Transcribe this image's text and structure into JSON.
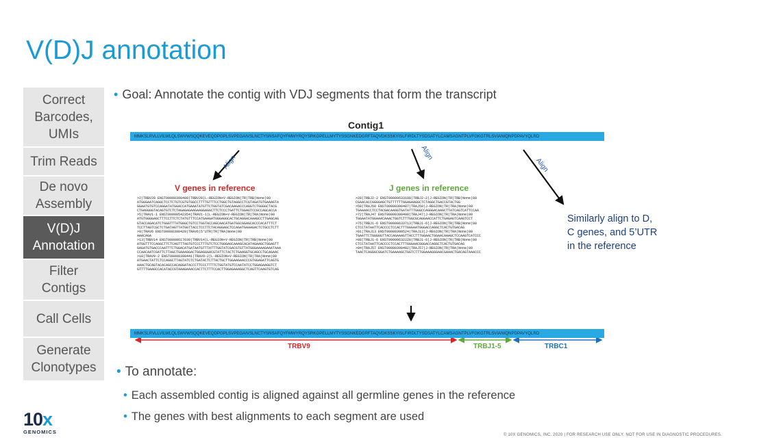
{
  "title": "V(D)J annotation",
  "sidebar": {
    "items": [
      {
        "lines": [
          "Correct",
          "Barcodes,",
          "UMIs"
        ],
        "active": false
      },
      {
        "lines": [
          "Trim Reads"
        ],
        "active": false
      },
      {
        "lines": [
          "De novo",
          "Assembly"
        ],
        "active": false
      },
      {
        "lines": [
          "V(D)J",
          "Annotation"
        ],
        "active": true
      },
      {
        "lines": [
          "Filter",
          "Contigs"
        ],
        "active": false
      },
      {
        "lines": [
          "Call Cells"
        ],
        "active": false
      },
      {
        "lines": [
          "Generate",
          "Clonotypes"
        ],
        "active": false
      }
    ]
  },
  "bullets": {
    "goal": "Goal: Annotate the contig with VDJ segments that form the transcript",
    "to_annotate": "To annotate:",
    "sub1": "Each assembled contig is aligned against all germline genes  in the reference",
    "sub2": "The genes with best alignments to each segment are used",
    "dot": "•"
  },
  "diagram": {
    "contig_title": "Contig1",
    "sequence": "MMKSLRVLLVILWLQLSWVWSQQKEVEQDPGPLSVPEGAIVSLNCTYSNSAFQYFMWYRQYSRKGPELLMYTYSSGNKEDGRFTAQVDKSSKYISLFIRDLTYSDSATYLCAMSAGNTPLVFGKGTRLSVIANIQNPDPAVYQLRD",
    "align_label": "Align",
    "v_heading": "V genes in reference",
    "j_heading": "J genes in reference",
    "similar_lines": [
      "Similarly align to D,",
      "C genes, and 5’UTR",
      "in the reference"
    ],
    "v_fasta": [
      ">2|TRBV28 ENST00000390400|TRBV28|L-REGION+V-REGION|TR|TRB|None|00",
      "ATGGGAATCAGGCTCCTCTGTCGTGTGGCCTTTTGTTTCCTGGCTGTAGGCCTCGTAGATGTGAAAGTA",
      "GGAATGTGTCCAGGATATGGACCATGAAATATGTTCTGGTATCGACAAGACCCAGGTCTGGGGCTACG",
      "CTGAGGGGTACAGTGTCTCTAGAGAGAAGAAGGAGGCTTCTCCCTGATTCTGGAGTCCGCCAGCACCA",
      ">5|TRAV1-1 ENST00000542354|TRAV1-1|L-REGION+V-REGION|TR|TRA|None|00",
      "ATGTGGGGAGCTTTCCTTCTCTATGTTTCCATGAAGATGGGAGGCACTGCAGGACAAAGCCTTGAGCAG",
      "GTACCAGACATCTGGGTTTATGGGCTGTCCTGGTACCAGCAACATGATGGCGGAGCACCCACATTTCT",
      "TCCTTAGTCGCTCTGATAGTTATGGTTACCTCCTTCTACAGGAGCTCCAGATGAAAGACTCTGCCTCTT",
      ">9|TRAV6 ENST00000390428|TRAV6|5'UTR|TR|TRA|None|00",
      "AAACAGA",
      ">13|TRBV14 ENST00000617639|TRBV14|L-REGION+V-REGION|TR|TRB|None|00",
      "ATGGTTTCCAGGCTTCTCAGTTTAGTGTCCCTTTGTCTCCTGGGAGCAAAGCACATAGAAGCTGGAGTT",
      "GAGATGTGACCCAATTTCTGGACATGATAATGTTTATTTGGTATCGACGTGTTATGGGAAAAGAAATAAA",
      "CCAACAATCGATTCTTAGCTGAAAGGACTGGAGGGACGTATTCTACTCTGAAGGTGCAGCCTGCAGAAC",
      ">18|TRAV9-2 ENST00000390441|TRAV9-2|L-REGION+V-REGION|TR|TRA|None|00",
      "ATGAACTATTCTCCAGGCTTAGTATCTCTGATACTCTTACTGCTTGGAAGAACCCGTGGAGATTCAGTG",
      "AAACTGCAGTACACAGCCACAGGATACCCTTCCCTTTTCTGGTATGTCCAATATCCTGGAGAAGGTCT",
      "GTTTTGAAGCCACATACCGTAAAGAAACCACTTCTTTCCACTTGGAGAAAGGCTCAGTTCAAGTGTCAG"
    ],
    "j_fasta": [
      ">28|TRBJ2-2 ENST00000633188|TRBJ2-2|J-REGION|TR|TRB|None|00",
      "CGAACACCGGGGAGCTGTTTTTTGGAGAAGGCTCTAGGCTGACCGTACTGG",
      ">58|TRAJ50 ENST00000390487|TRAJ50|J-REGION|TR|TRA|None|00",
      "TGAAAACCTCCTACGACAAGGTGATATTTGGGCCAGGGACAAGCTTATCAGTCATTCCAA",
      ">72|TRAJ47 ENST00000390490|TRAJ47|J-REGION|TR|TRA|None|00",
      "TGGAATATGGAAACAAACTGGTCTTTGGCGCAGGAACCATTCTGAGAGTCAAGTCCT",
      ">75|TRBJ1-6 ENST00000633713|TRBJ1-6|J-REGION|TR|TRB|None|00",
      "CTCCTATAATTCACCCCTCCACTTTGGGAATGGGACCAGGCTCACTGTGACAG",
      ">81|TRAJ13 ENST00000390524|TRAJ13|J-REGION|TR|TRA|None|00",
      "TGAATTCTGGGGGTTACCAGAAAGTTACCTTTGGAACTGGAACAAAGCTCCAAGTCATCCC",
      ">88|TRBJ1-6 ENST00000632228|TRBJ1-6|J-REGION|TR|TRB|None|00",
      "CTCCTATAATTCACCCCTCCACTTTGGGAACGGGACCAGGCTCACTGTGACAG",
      ">94|TRAJ57 ENST00000390482|TRAJ57|J-REGION|TR|TRA|None|00",
      "TAACTCAGGGCGGATCTGAAAAGCTGGTCTTTGGAAAGGGAACGAAACTGACAGTAAACCC"
    ],
    "segments": {
      "v": "TRBV9",
      "j": "TRBJ1-5",
      "c": "TRBC1"
    },
    "colors": {
      "v": "#d62728",
      "j": "#5fa83a",
      "c": "#1d6fc0",
      "bar": "#29a9e1",
      "accent": "#1a9ad6"
    }
  },
  "logo": {
    "mark_main": "10",
    "mark_x": "x",
    "sub": "GENOMICS"
  },
  "footer": "© 10X GENOMICS, INC. 2020   |   FOR RESEARCH USE ONLY. NOT FOR USE IN DIAGNOSTIC PROCEDURES."
}
